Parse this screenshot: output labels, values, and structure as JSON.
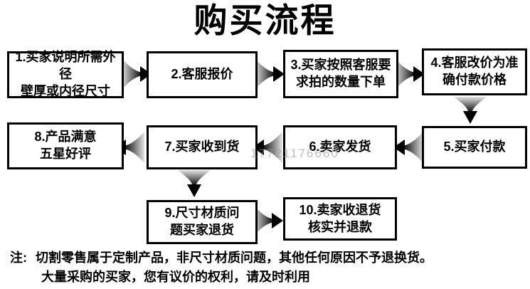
{
  "title": "购买流程",
  "flow": {
    "steps": [
      {
        "id": 1,
        "label": "1.买家说明所需外径\n壁厚或内径尺寸"
      },
      {
        "id": 2,
        "label": "2.客服报价"
      },
      {
        "id": 3,
        "label": "3.买家按照客服要\n求拍的数量下单"
      },
      {
        "id": 4,
        "label": "4.客服改价为准\n确付款价格"
      },
      {
        "id": 5,
        "label": "5.买家付款"
      },
      {
        "id": 6,
        "label": "6.卖家发货"
      },
      {
        "id": 7,
        "label": "7.买家收到货"
      },
      {
        "id": 8,
        "label": "8.产品满意\n五星好评"
      },
      {
        "id": 9,
        "label": "9.尺寸材质问\n题买家退货"
      },
      {
        "id": 10,
        "label": "10.卖家收退货\n核实并退款"
      }
    ]
  },
  "watermark": "17721176660",
  "note": {
    "prefix": "注:",
    "line1": "切割零售属于定制产品，非尺寸材质问题，其他任何原因不予退换货。",
    "line2": "大量采购的买家，您有议价的权利，请及时利用"
  },
  "colors": {
    "background": "#ffffff",
    "box_border": "#000000",
    "text": "#000000",
    "arrow_dark": "#000000",
    "arrow_light": "#dedede",
    "watermark": "#9b9b9b"
  }
}
